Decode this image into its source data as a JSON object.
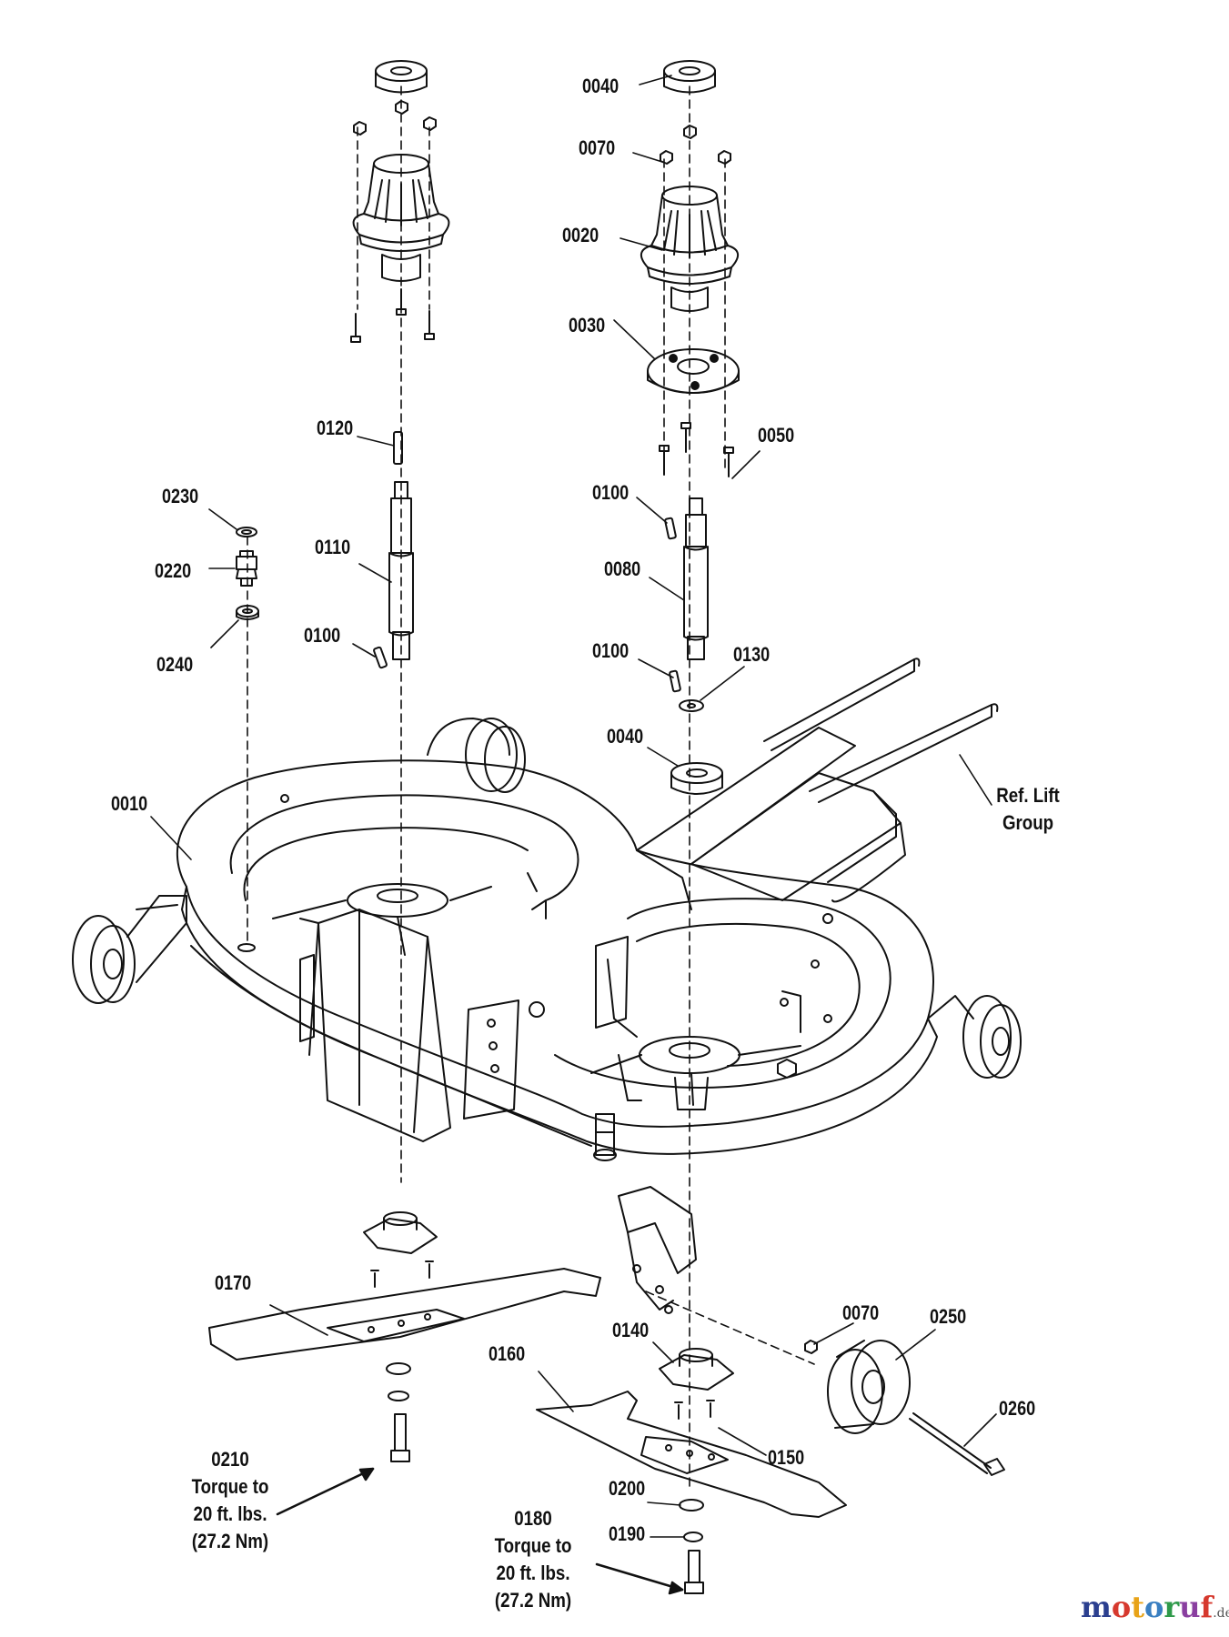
{
  "colors": {
    "line": "#111111",
    "watermark": [
      "#2b3f8f",
      "#d6392e",
      "#e8a317",
      "#3a7fc1",
      "#2f9a4a",
      "#8a3fa0",
      "#d6392e"
    ]
  },
  "callouts": {
    "p0040_top": "0040",
    "p0070_top": "0070",
    "p0020": "0020",
    "p0030": "0030",
    "p0050": "0050",
    "p0100_right_upper": "0100",
    "p0080": "0080",
    "p0100_right_lower": "0100",
    "p0130": "0130",
    "p0040_mid": "0040",
    "p0120": "0120",
    "p0110": "0110",
    "p0100_left": "0100",
    "p0230": "0230",
    "p0220": "0220",
    "p0240": "0240",
    "p0010": "0010",
    "p0170": "0170",
    "p0160": "0160",
    "p0140": "0140",
    "p0070_wheel": "0070",
    "p0250": "0250",
    "p0260": "0260",
    "p0150": "0150",
    "p0200": "0200",
    "p0190": "0190"
  },
  "notes": {
    "ref_lift": {
      "line1": "Ref. Lift",
      "line2": "Group"
    },
    "torque_0210": {
      "line1": "0210",
      "line2": "Torque to",
      "line3": "20 ft. lbs.",
      "line4": "(27.2 Nm)"
    },
    "torque_0180": {
      "line1": "0180",
      "line2": "Torque to",
      "line3": "20 ft. lbs.",
      "line4": "(27.2 Nm)"
    }
  },
  "watermark": {
    "letters": [
      "m",
      "o",
      "t",
      "o",
      "r",
      "u",
      "f"
    ],
    "suffix": ".de"
  }
}
